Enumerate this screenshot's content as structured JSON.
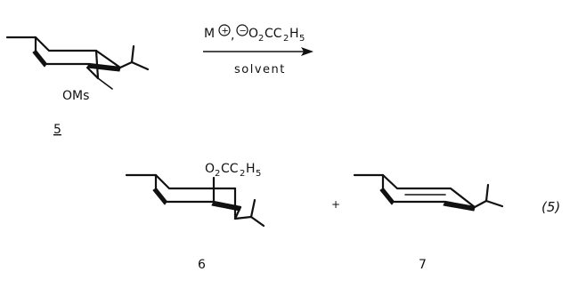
{
  "reaction": {
    "reagent": {
      "cation": "M",
      "cation_charge": "+",
      "anion_charge": "−",
      "anion_o": "O",
      "anion_sub2": "2",
      "anion_cc": "CC",
      "anion_sub_2b": "2",
      "anion_h": "H",
      "anion_sub5": "5",
      "comma": ","
    },
    "condition": "solvent",
    "plus": "+",
    "equation_number": "(5)"
  },
  "compounds": {
    "c5": {
      "number": "5",
      "substituent": "OMs"
    },
    "c6": {
      "number": "6",
      "sub_o": "O",
      "sub_2": "2",
      "sub_cc": "CC",
      "sub_2b": "2",
      "sub_h": "H",
      "sub_5": "5"
    },
    "c7": {
      "number": "7"
    }
  }
}
